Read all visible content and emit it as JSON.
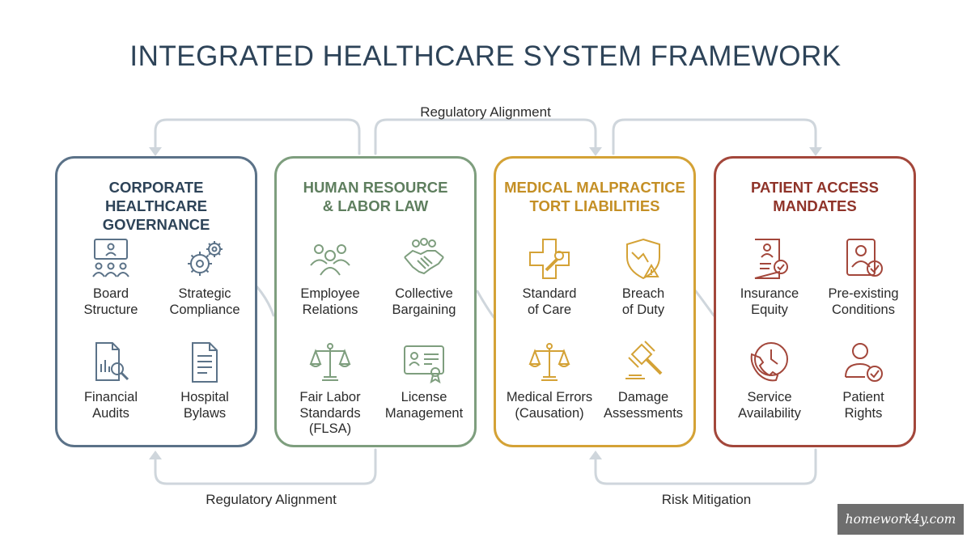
{
  "title": "INTEGRATED HEALTHCARE SYSTEM FRAMEWORK",
  "flow_labels": {
    "top": "Regulatory Alignment",
    "bottom_left": "Regulatory Alignment",
    "bottom_right": "Risk Mitigation"
  },
  "colors": {
    "title": "#2d4358",
    "connector": "#cfd6dc",
    "governance": "#5b7288",
    "hr": "#7e9e7e",
    "malpractice": "#d4a236",
    "patient": "#a3473b"
  },
  "pillars": [
    {
      "title": "CORPORATE HEALTHCARE\nGOVERNANCE",
      "items": [
        {
          "label": "Board\nStructure",
          "icon": "board-meeting-icon"
        },
        {
          "label": "Strategic\nCompliance",
          "icon": "gears-icon"
        },
        {
          "label": "Financial\nAudits",
          "icon": "audit-report-icon"
        },
        {
          "label": "Hospital\nBylaws",
          "icon": "document-icon"
        }
      ]
    },
    {
      "title": "HUMAN RESOURCE\n& LABOR LAW",
      "items": [
        {
          "label": "Employee\nRelations",
          "icon": "people-group-icon"
        },
        {
          "label": "Collective\nBargaining",
          "icon": "handshake-icon"
        },
        {
          "label": "Fair Labor\nStandards\n(FLSA)",
          "icon": "scales-icon"
        },
        {
          "label": "License\nManagement",
          "icon": "certificate-icon"
        }
      ]
    },
    {
      "title": "MEDICAL MALPRACTICE\nTORT LIABILITIES",
      "items": [
        {
          "label": "Standard\nof Care",
          "icon": "medical-cross-wrench-icon"
        },
        {
          "label": "Breach\nof Duty",
          "icon": "broken-shield-icon"
        },
        {
          "label": "Medical Errors\n(Causation)",
          "icon": "scales-icon"
        },
        {
          "label": "Damage\nAssessments",
          "icon": "gavel-icon"
        }
      ]
    },
    {
      "title": "PATIENT ACCESS\nMANDATES",
      "items": [
        {
          "label": "Insurance\nEquity",
          "icon": "insurance-card-icon"
        },
        {
          "label": "Pre-existing\nConditions",
          "icon": "patient-record-check-icon"
        },
        {
          "label": "Service\nAvailability",
          "icon": "phone-clock-icon"
        },
        {
          "label": "Patient\nRights",
          "icon": "person-check-icon"
        }
      ]
    }
  ],
  "watermark": "homework4y.com"
}
